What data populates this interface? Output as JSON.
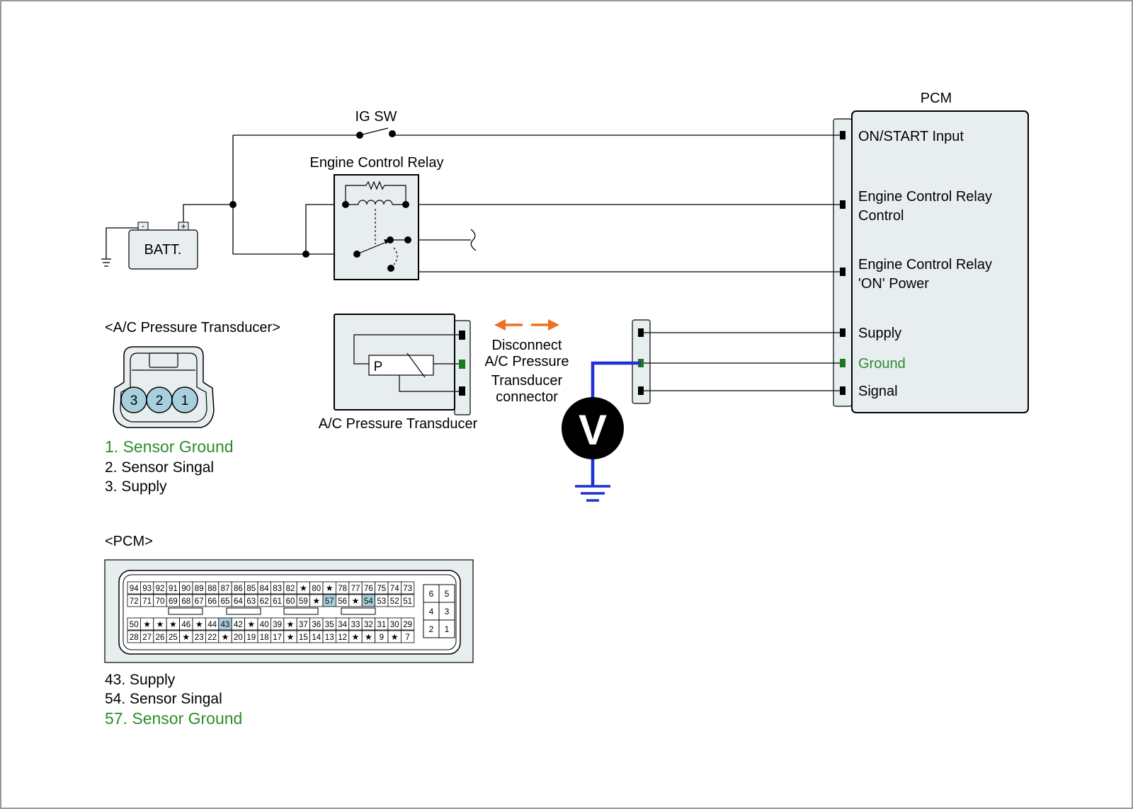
{
  "colors": {
    "wire": "#000000",
    "box_fill": "#e8eef0",
    "pin_highlight": "#a8d0dc",
    "ground_text": "#2e8b2e",
    "ground_pin": "#1a7a1a",
    "probe_wire": "#1f2ed6",
    "arrow": "#f07020"
  },
  "labels": {
    "ig_sw": "IG SW",
    "engine_control_relay": "Engine Control Relay",
    "batt": "BATT.",
    "batt_neg": "-",
    "batt_pos": "+",
    "pcm_title": "PCM",
    "ac_transducer_title": "<A/C Pressure Transducer>",
    "ac_transducer_label": "A/C Pressure Transducer",
    "transducer_p": "P",
    "disconnect_lines": [
      "Disconnect",
      "A/C Pressure",
      "Transducer",
      "connector"
    ],
    "voltmeter": "V",
    "pcm_section_title": "<PCM>"
  },
  "pcm_pins": {
    "on_start": "ON/START Input",
    "ecr_control": [
      "Engine Control Relay",
      "Control"
    ],
    "ecr_on_power": [
      "Engine Control Relay",
      "'ON' Power"
    ],
    "supply": "Supply",
    "ground": "Ground",
    "signal": "Signal"
  },
  "transducer_connector": {
    "pin_numbers": [
      "3",
      "2",
      "1"
    ],
    "legend": [
      {
        "text": "1. Sensor Ground",
        "highlight": true
      },
      {
        "text": "2. Sensor Singal",
        "highlight": false
      },
      {
        "text": "3. Supply",
        "highlight": false
      }
    ]
  },
  "pcm_connector": {
    "rows": [
      [
        "94",
        "93",
        "92",
        "91",
        "90",
        "89",
        "88",
        "87",
        "86",
        "85",
        "84",
        "83",
        "82",
        "★",
        "80",
        "★",
        "78",
        "77",
        "76",
        "75",
        "74",
        "73"
      ],
      [
        "72",
        "71",
        "70",
        "69",
        "68",
        "67",
        "66",
        "65",
        "64",
        "63",
        "62",
        "61",
        "60",
        "59",
        "★",
        "57",
        "56",
        "★",
        "54",
        "53",
        "52",
        "51"
      ],
      [
        "50",
        "★",
        "★",
        "★",
        "46",
        "★",
        "44",
        "43",
        "42",
        "★",
        "40",
        "39",
        "★",
        "37",
        "36",
        "35",
        "34",
        "33",
        "32",
        "31",
        "30",
        "29"
      ],
      [
        "28",
        "27",
        "26",
        "25",
        "★",
        "23",
        "22",
        "★",
        "20",
        "19",
        "18",
        "17",
        "★",
        "15",
        "14",
        "13",
        "12",
        "★",
        "★",
        "9",
        "★",
        "7"
      ]
    ],
    "highlighted": [
      "57",
      "54",
      "43"
    ],
    "small_block": [
      [
        "6",
        "5"
      ],
      [
        "4",
        "3"
      ],
      [
        "2",
        "1"
      ]
    ],
    "legend": [
      {
        "text": "43. Supply",
        "highlight": false
      },
      {
        "text": "54. Sensor Singal",
        "highlight": false
      },
      {
        "text": "57. Sensor Ground",
        "highlight": true
      }
    ]
  }
}
